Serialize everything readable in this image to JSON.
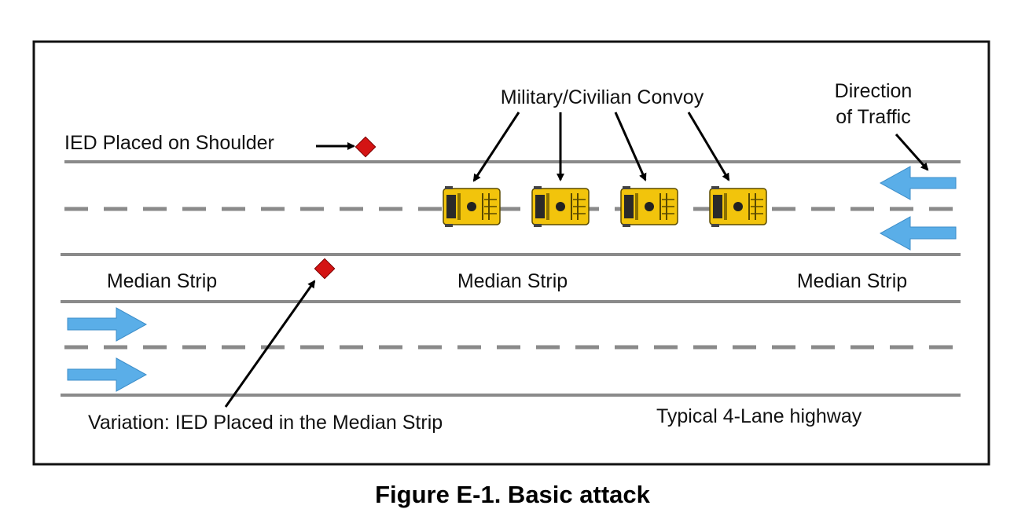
{
  "diagram": {
    "labels": {
      "convoy": "Military/Civilian Convoy",
      "direction_line1": "Direction",
      "direction_line2": "of Traffic",
      "ied_shoulder": "IED Placed on Shoulder",
      "median_left": "Median Strip",
      "median_center": "Median Strip",
      "median_right": "Median Strip",
      "variation": "Variation: IED Placed in the Median Strip",
      "highway_type": "Typical 4-Lane highway"
    },
    "colors": {
      "road_line": "#8a8a8a",
      "frame": "#111111",
      "ied": "#d41414",
      "vehicle": "#f2c40c",
      "traffic_arrow": "#5aaee8",
      "pointer": "#000000"
    },
    "vehicle_count": 4
  },
  "caption": "Figure E-1. Basic attack"
}
